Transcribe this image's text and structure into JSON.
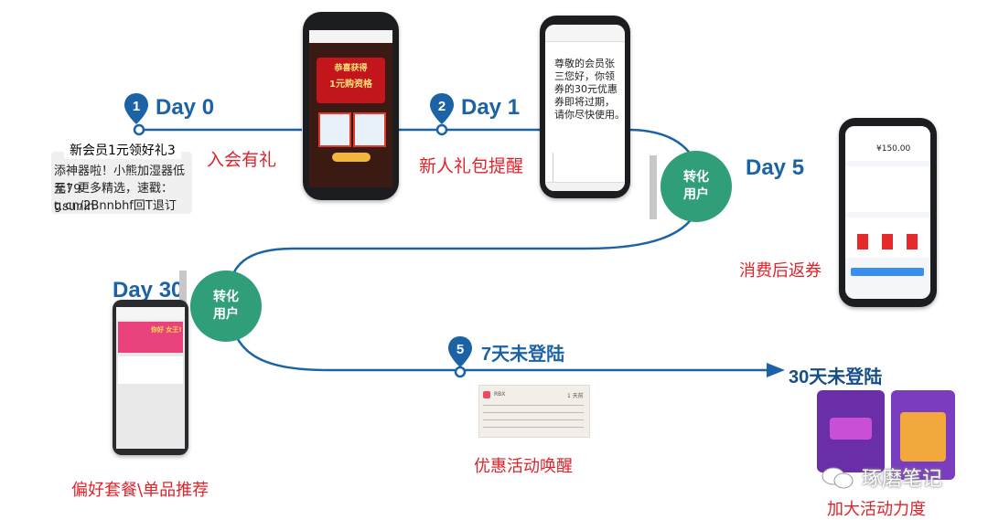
{
  "stages": {
    "day0": {
      "number": "1",
      "label": "Day 0",
      "caption": "入会有礼"
    },
    "day1": {
      "number": "2",
      "label": "Day 1",
      "caption": "新人礼包提醒"
    },
    "day5": {
      "label": "Day 5",
      "caption": "消费后返券"
    },
    "day30": {
      "label": "Day 30",
      "caption": "偏好套餐\\单品推荐"
    },
    "day7": {
      "number": "5",
      "label": "7天未登陆",
      "caption": "优惠活动唤醒"
    },
    "day30_inactive": {
      "label": "30天未登陆",
      "caption": "加大活动力度"
    }
  },
  "conversion": {
    "line1": "转化",
    "line2": "用户"
  },
  "sms": {
    "title": "新会员1元领好礼3",
    "line1": "添神器啦！小熊加湿器低至79",
    "line2": "元！更多精选，速戳：t.sunin",
    "line3": "g.cn/2Bnnbhf回T退订"
  },
  "day1_phone": {
    "message_line1": "尊敬的会员张",
    "message_line2": "三您好，你领",
    "message_line3": "券的30元优惠",
    "message_line4": "券即将过期，",
    "message_line5": "请你尽快使用。"
  },
  "day5_phone": {
    "amount": "¥150.00"
  },
  "day0_phone": {
    "banner_line1": "恭喜获得",
    "banner_line2": "1元购资格"
  },
  "day30_phone": {
    "promo": "你好 女王!"
  },
  "day7_notif": {
    "app": "RBX",
    "time": "1 天前"
  },
  "watermark": {
    "text": "琢磨笔记"
  },
  "colors": {
    "blue": "#1b63a5",
    "red": "#e0222a",
    "green": "#2f9e79"
  }
}
